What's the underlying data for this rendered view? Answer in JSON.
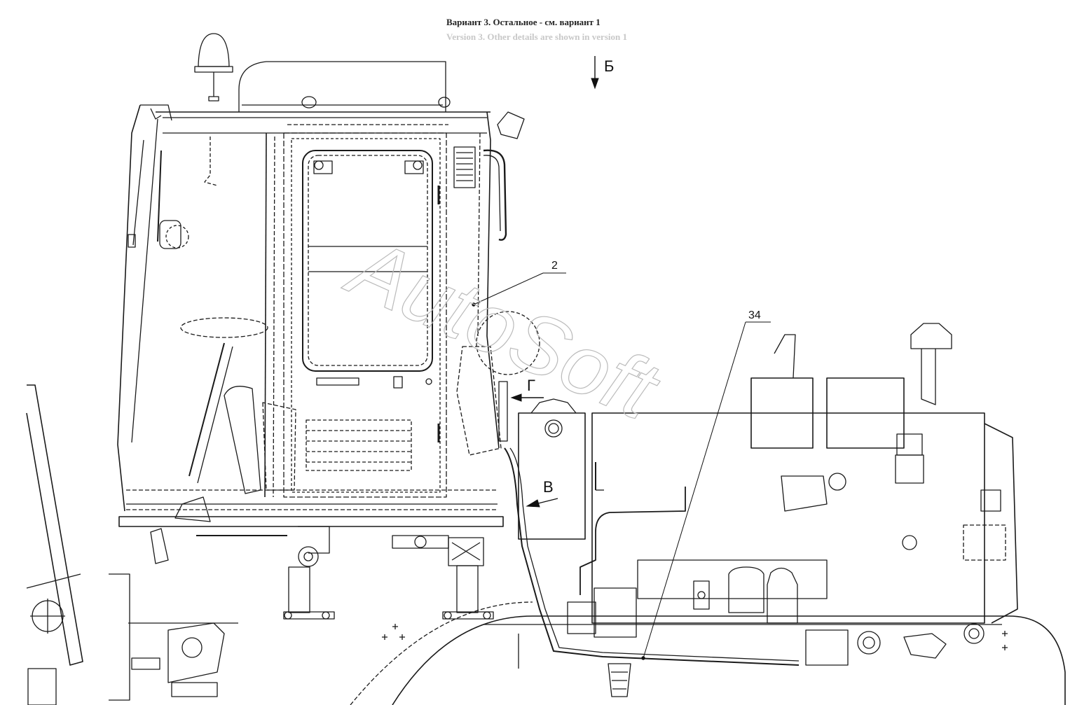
{
  "header": {
    "title_ru": "Вариант 3. Остальное - см. вариант 1",
    "title_en": "Version 3. Other details are shown in version 1"
  },
  "views": {
    "b": "Б",
    "g": "Г",
    "v": "В"
  },
  "callouts": {
    "c2": "2",
    "c34": "34"
  },
  "watermark": "AutoSoft",
  "colors": {
    "line": "#1a1a1a",
    "hidden_line": "#555555",
    "watermark": "#bbbbbb",
    "background": "#ffffff"
  }
}
